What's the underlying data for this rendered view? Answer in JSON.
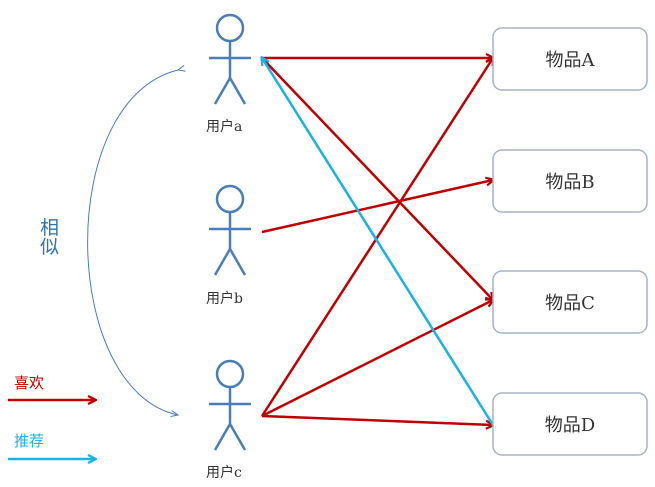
{
  "users": [
    {
      "id": "a",
      "label": "用户a"
    },
    {
      "id": "b",
      "label": "用户b"
    },
    {
      "id": "c",
      "label": "用户c"
    }
  ],
  "items": [
    {
      "id": "A",
      "label": "物品A"
    },
    {
      "id": "B",
      "label": "物品B"
    },
    {
      "id": "C",
      "label": "物品C"
    },
    {
      "id": "D",
      "label": "物品D"
    }
  ],
  "similarity": {
    "label": "相似",
    "chars": [
      "相",
      "似"
    ]
  },
  "legend": {
    "like": {
      "label": "喜欢",
      "color": "#c00000"
    },
    "recommend": {
      "label": "推荐",
      "color": "#19b2e6"
    }
  },
  "colors": {
    "user": "#4a7ebb",
    "item_border": "#a3b4c8"
  },
  "edges": {
    "likes": [
      {
        "from": "a",
        "to": "A"
      },
      {
        "from": "a",
        "to": "C"
      },
      {
        "from": "b",
        "to": "B"
      },
      {
        "from": "c",
        "to": "A"
      },
      {
        "from": "c",
        "to": "C"
      },
      {
        "from": "c",
        "to": "D"
      }
    ],
    "recommends": [
      {
        "from": "D",
        "to": "a"
      }
    ]
  }
}
